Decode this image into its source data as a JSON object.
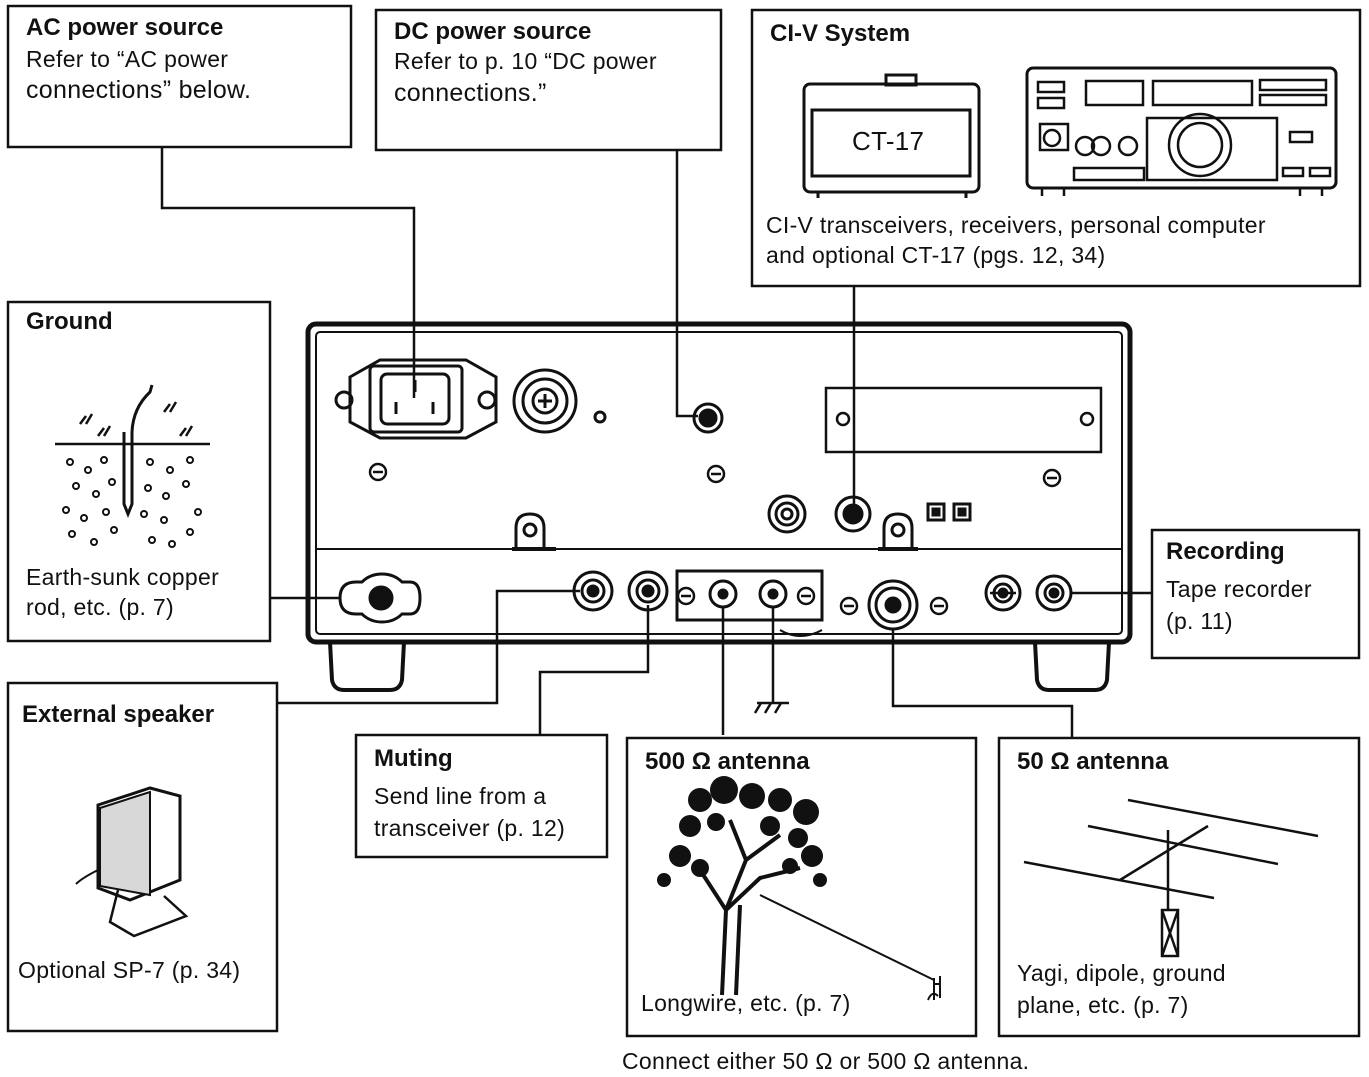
{
  "boxes": {
    "ac_power": {
      "title": "AC power source",
      "line1": "Refer to “AC power",
      "line2": "connections” below."
    },
    "dc_power": {
      "title": "DC power source",
      "line1": "Refer to p. 10 “DC power",
      "line2": "connections.”"
    },
    "civ": {
      "title": "CI-V System",
      "device_label": "CT-17",
      "line1": "CI-V transceivers, receivers, personal computer",
      "line2": "and optional CT-17 (pgs. 12, 34)"
    },
    "ground": {
      "title": "Ground",
      "line1": "Earth-sunk copper",
      "line2": "rod, etc. (p. 7)"
    },
    "recording": {
      "title": "Recording",
      "line1": "Tape recorder",
      "line2": "(p. 11)"
    },
    "ext_speaker": {
      "title": "External speaker",
      "line1": "Optional SP-7 (p. 34)"
    },
    "muting": {
      "title": "Muting",
      "line1": "Send line from a",
      "line2": "transceiver (p. 12)"
    },
    "ant500": {
      "title": "500 Ω antenna",
      "line1": "Longwire, etc. (p. 7)"
    },
    "ant50": {
      "title": "50 Ω antenna",
      "line1": "Yagi, dipole, ground",
      "line2": "plane, etc. (p. 7)"
    }
  },
  "footer_note": "Connect either 50 Ω or 500 Ω antenna.",
  "colors": {
    "ink": "#111111",
    "paper": "#ffffff"
  }
}
